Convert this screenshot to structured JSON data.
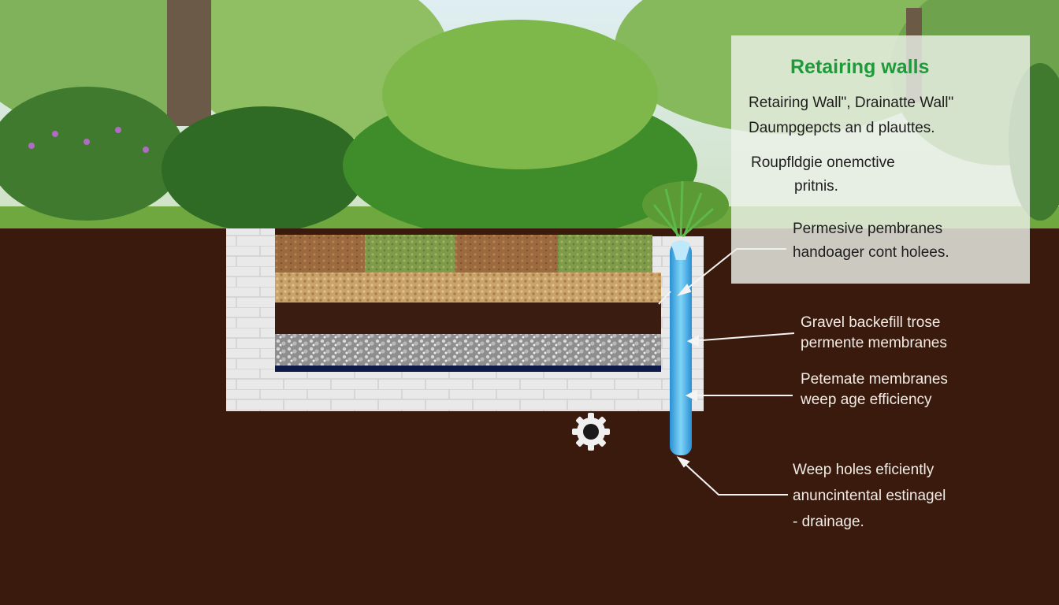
{
  "panel": {
    "title": "Retairing walls",
    "line1": "Retairing Wall\", Drainatte Wall\"",
    "line2": "Daumpgepcts an d plauttes.",
    "line3": "Roupfldgie onemctive",
    "line4": "pritnis."
  },
  "callouts": [
    {
      "line1": "Permesive pembranes",
      "line2": "handoager cont holees."
    },
    {
      "line1": "Gravel backefill trose",
      "line2": "permente membranes"
    },
    {
      "line1": "Petemate membranes",
      "line2": "weep age efficiency"
    },
    {
      "line1": "Weep holes eficiently",
      "line2": "anuncintental estinagel",
      "line3": "- drainage."
    }
  ],
  "colors": {
    "soil": "#3a1a0d",
    "title_green": "#1e9a3a",
    "pipe_blue": "#3ab0e6",
    "concrete": "#e6e6e6"
  },
  "icons": [
    "gear-icon"
  ]
}
